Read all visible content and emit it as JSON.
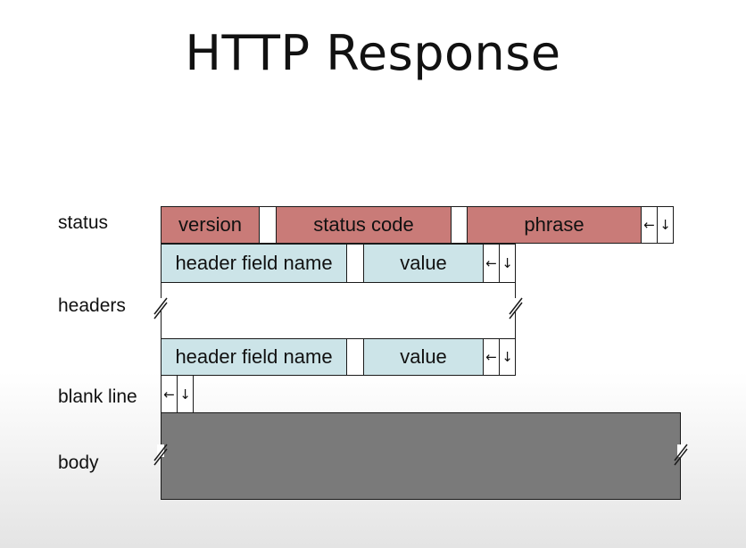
{
  "title": "HTTP Response",
  "row_labels": {
    "status": "status",
    "headers": "headers",
    "blank_line": "blank line",
    "body": "body"
  },
  "status_line": {
    "version": "version",
    "status_code": "status code",
    "phrase": "phrase"
  },
  "header_fields": {
    "name": "header field name",
    "value": "value"
  },
  "symbols": {
    "cr": "←",
    "lf": "↓"
  },
  "colors": {
    "status_fields": "#c97b78",
    "header_fields": "#cce4e8",
    "body": "#7a7a7a"
  }
}
